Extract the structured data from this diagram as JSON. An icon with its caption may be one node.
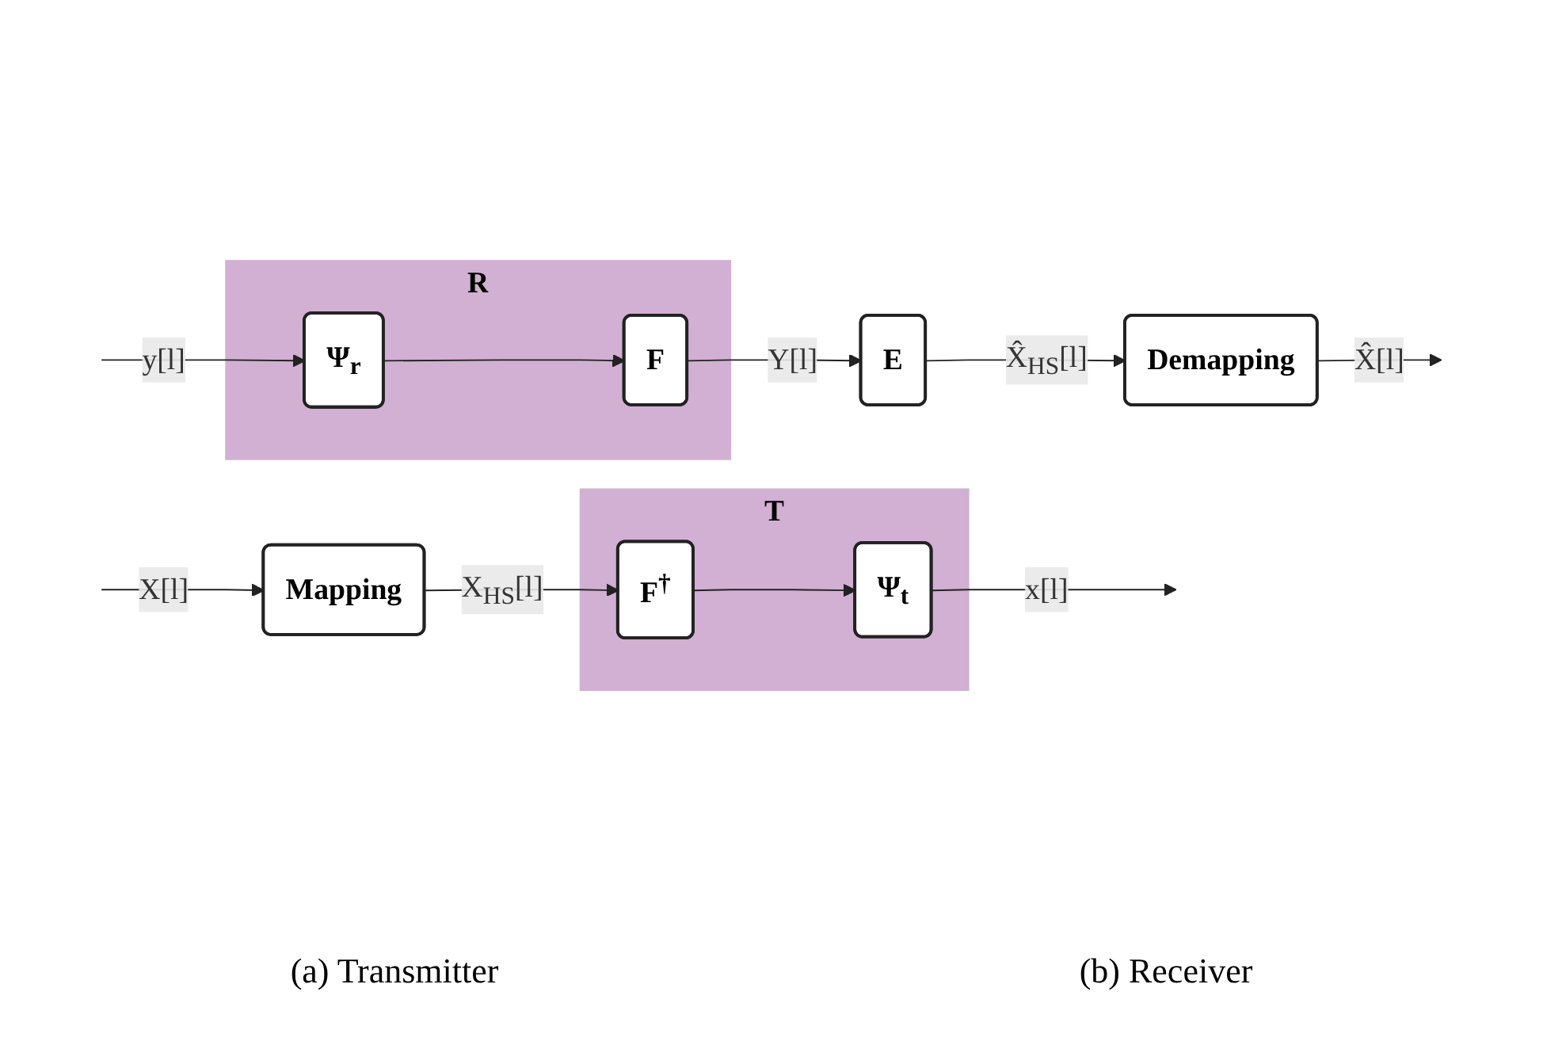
{
  "diagram": {
    "nodes": [
      {
        "text": [
          "Mapping"
        ]
      },
      {
        "text": [
          "T"
        ]
      },
      {
        "text": [
          "F$^{†}$"
        ],
        "in": 1
      },
      {
        "text": [
          "Ψ$_{t}$"
        ],
        "in": 1
      },
      {
        "text": [
          "Demapping"
        ]
      },
      {
        "text": [
          "E"
        ]
      },
      {
        "text": [
          "R"
        ]
      },
      {
        "text": [
          "F"
        ],
        "in": 6
      },
      {
        "text": [
          "Ψ$_{r}$"
        ],
        "in": 6
      }
    ],
    "edges": [
      {
        "from": null,
        "to": 0,
        "arrow": "to",
        "label": "X[l]"
      },
      {
        "from": 0,
        "to": 2,
        "arrow": "to",
        "label": "X$_{HS}$[l]"
      },
      {
        "from": 2,
        "to": 3,
        "arrow": "to"
      },
      {
        "from": 3,
        "to": null,
        "arrow": "to",
        "label": "x[l]"
      },
      {
        "from": null,
        "to": 8,
        "arrow": "to",
        "label": "y[l]"
      },
      {
        "from": 8,
        "to": 7,
        "arrow": "to"
      },
      {
        "from": 7,
        "to": 5,
        "arrow": "to",
        "label": "Y[l]"
      },
      {
        "from": 5,
        "to": 4,
        "arrow": "to",
        "label": "X̂$_{HS}$[l]"
      },
      {
        "from": 4,
        "to": null,
        "arrow": "to",
        "label": "X̂[l]"
      }
    ],
    "labels": [
      "(a) Transmitter",
      "(b) Receiver"
    ]
  }
}
